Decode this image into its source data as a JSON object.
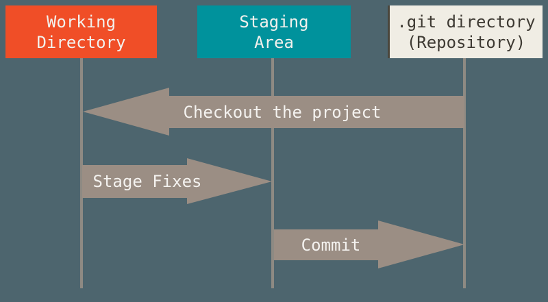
{
  "columns": [
    {
      "id": "working-directory",
      "lines": [
        "Working",
        "Directory"
      ],
      "color": "#F04E27",
      "text_color": "#F2F1ED"
    },
    {
      "id": "staging-area",
      "lines": [
        "Staging",
        "Area"
      ],
      "color": "#00929C",
      "text_color": "#F2F1ED"
    },
    {
      "id": "git-directory",
      "lines": [
        ".git directory",
        "(Repository)"
      ],
      "color": "#F0EDE4",
      "text_color": "#3E3A33"
    }
  ],
  "arrows": [
    {
      "id": "checkout",
      "label": "Checkout the project",
      "from": "git-directory",
      "to": "working-directory",
      "direction": "left"
    },
    {
      "id": "stage-fixes",
      "label": "Stage Fixes",
      "from": "working-directory",
      "to": "staging-area",
      "direction": "right"
    },
    {
      "id": "commit",
      "label": "Commit",
      "from": "staging-area",
      "to": "git-directory",
      "direction": "right"
    }
  ],
  "colors": {
    "background": "#4D656E",
    "arrow": "#9B8E84",
    "lifeline": "#8E8A83",
    "arrow_text": "#F4F2EF"
  }
}
